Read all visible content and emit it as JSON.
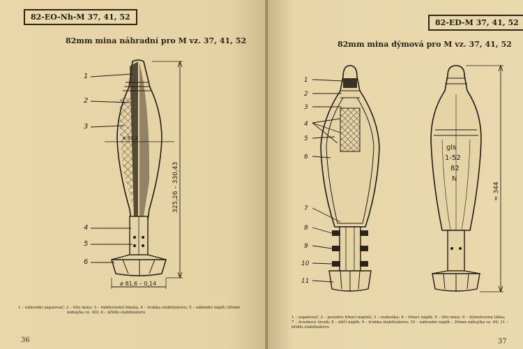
{
  "left_page": {
    "code": "82-EO-Nh-M 37, 41, 52",
    "title": "82mm mina náhradní pro M vz. 37, 41, 52",
    "callouts": [
      "1",
      "2",
      "3",
      "4",
      "5",
      "6"
    ],
    "dim_length": "325,26 – 330,43",
    "dim_inner": "ø 81,3",
    "dim_base": "ø 81,6 – 0,14",
    "caption_line1": "1 – náhradní zapalovač; 2 – tělo miny; 3 – indiferentní hmota; 4 – trubka stabilizátoru; 5 – základní náplň (20mm",
    "caption_line2": "náboj/ka vz. 49); 6 – křídlo stabilizátoru",
    "page_number": "36"
  },
  "right_page": {
    "code": "82-ED-M 37, 41, 52",
    "title": "82mm mina dýmová pro M vz. 37, 41, 52",
    "callouts": [
      "1",
      "2",
      "3",
      "4",
      "5",
      "6",
      "7",
      "8",
      "9",
      "10",
      "11"
    ],
    "dim_length": "≈ 344",
    "body_marking": [
      "gls",
      "1-52",
      "82",
      "N"
    ],
    "caption_line1": "1 – zapalovač; 2 – pouzdro trhací náplně; 3 – rozbuška; 4 – trhací náplň; 5 – tělo miny; 6 – dýmotvorná látka;",
    "caption_line2": "7 – šroubový šroub; 8 – dílčí náplň; 9 – trubka stabilizátoru; 10 – náhradní náplň – 20mm náboj/ka vz. 49; 11 –",
    "caption_line3": "křídlo stabilizátoru",
    "page_number": "37"
  }
}
